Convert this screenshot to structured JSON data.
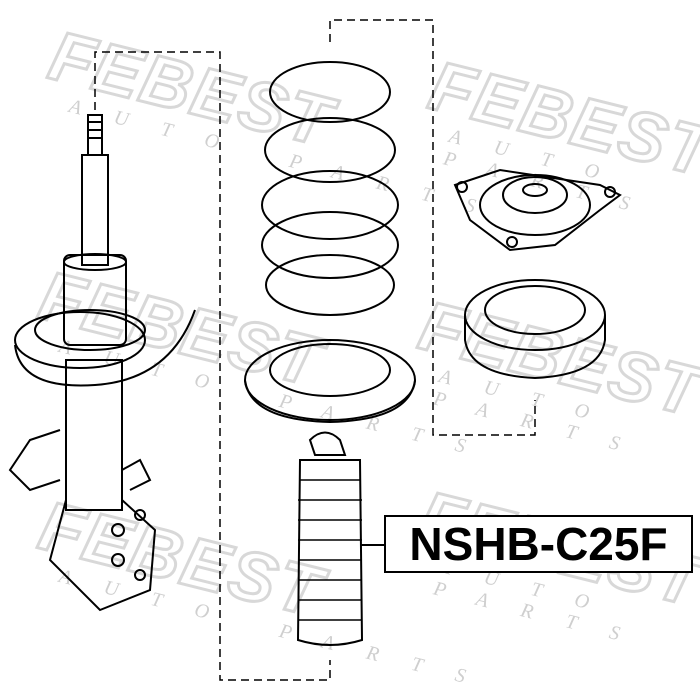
{
  "watermark": {
    "brand": "FEBEST",
    "tagline": "AUTO PARTS"
  },
  "part_number": "NSHB-C25F",
  "colors": {
    "line": "#000000",
    "watermark": "#e0e0e0"
  }
}
